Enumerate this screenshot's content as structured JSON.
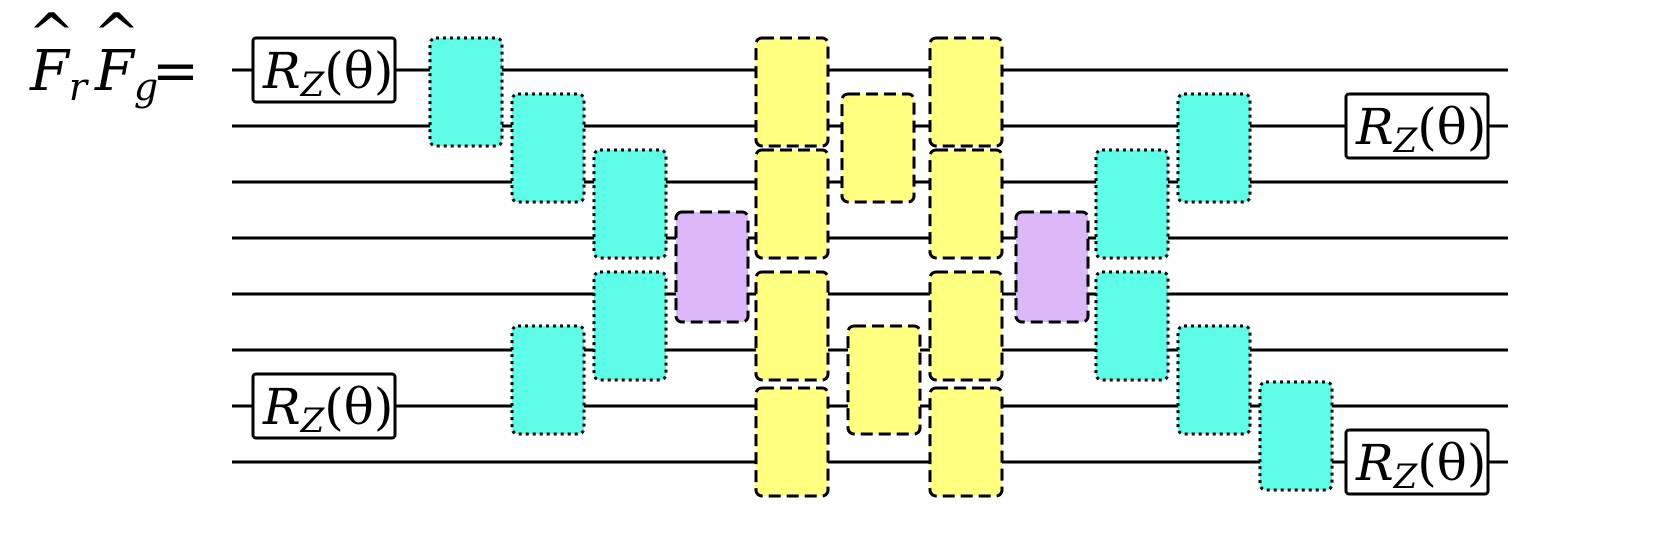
{
  "diagram": {
    "lhs": {
      "f1": "F",
      "f1_sub": "r",
      "f2": "F",
      "f2_sub": "g",
      "equals": "="
    },
    "rz_label": {
      "main": "R",
      "sub": "Z",
      "arg": "(θ)"
    },
    "colors": {
      "single_qubit_gate": "#5dfde8",
      "two_qubit_center_gate": "#ddb8f8",
      "two_qubit_middle_gate": "#ffff80",
      "wire": "#000000"
    },
    "wire_count": 8
  }
}
